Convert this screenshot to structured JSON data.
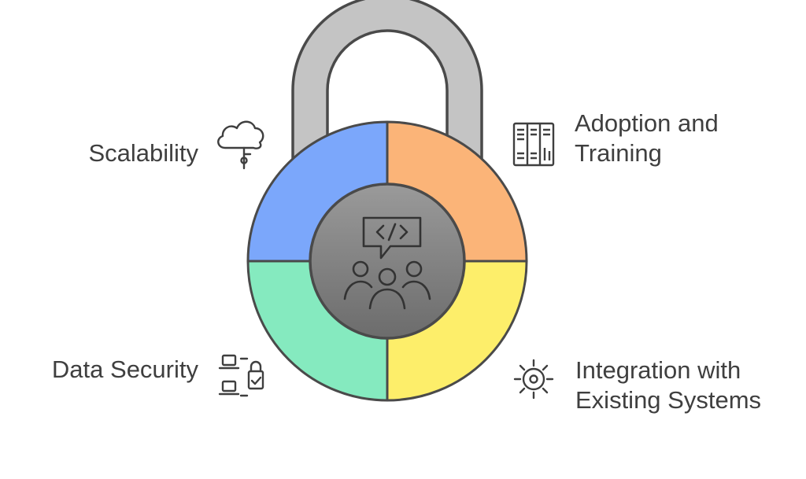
{
  "colors": {
    "scalability": "#7ba7fb",
    "adoption": "#fbb478",
    "integration": "#fdee6a",
    "security": "#85eabf",
    "shackle": "#c4c4c4",
    "hub": "#858585",
    "outline": "#4a4a4a",
    "text": "#3f3f3f"
  },
  "segments": [
    {
      "key": "scalability",
      "label_lines": [
        "Scalability"
      ],
      "icon": "cloud-icon"
    },
    {
      "key": "adoption",
      "label_lines": [
        "Adoption and",
        "Training"
      ],
      "icon": "bookshelf-icon"
    },
    {
      "key": "integration",
      "label_lines": [
        "Integration with",
        "Existing Systems"
      ],
      "icon": "gear-icon"
    },
    {
      "key": "security",
      "label_lines": [
        "Data Security"
      ],
      "icon": "secure-devices-icon"
    }
  ],
  "center": {
    "icon": "developer-team-icon"
  }
}
